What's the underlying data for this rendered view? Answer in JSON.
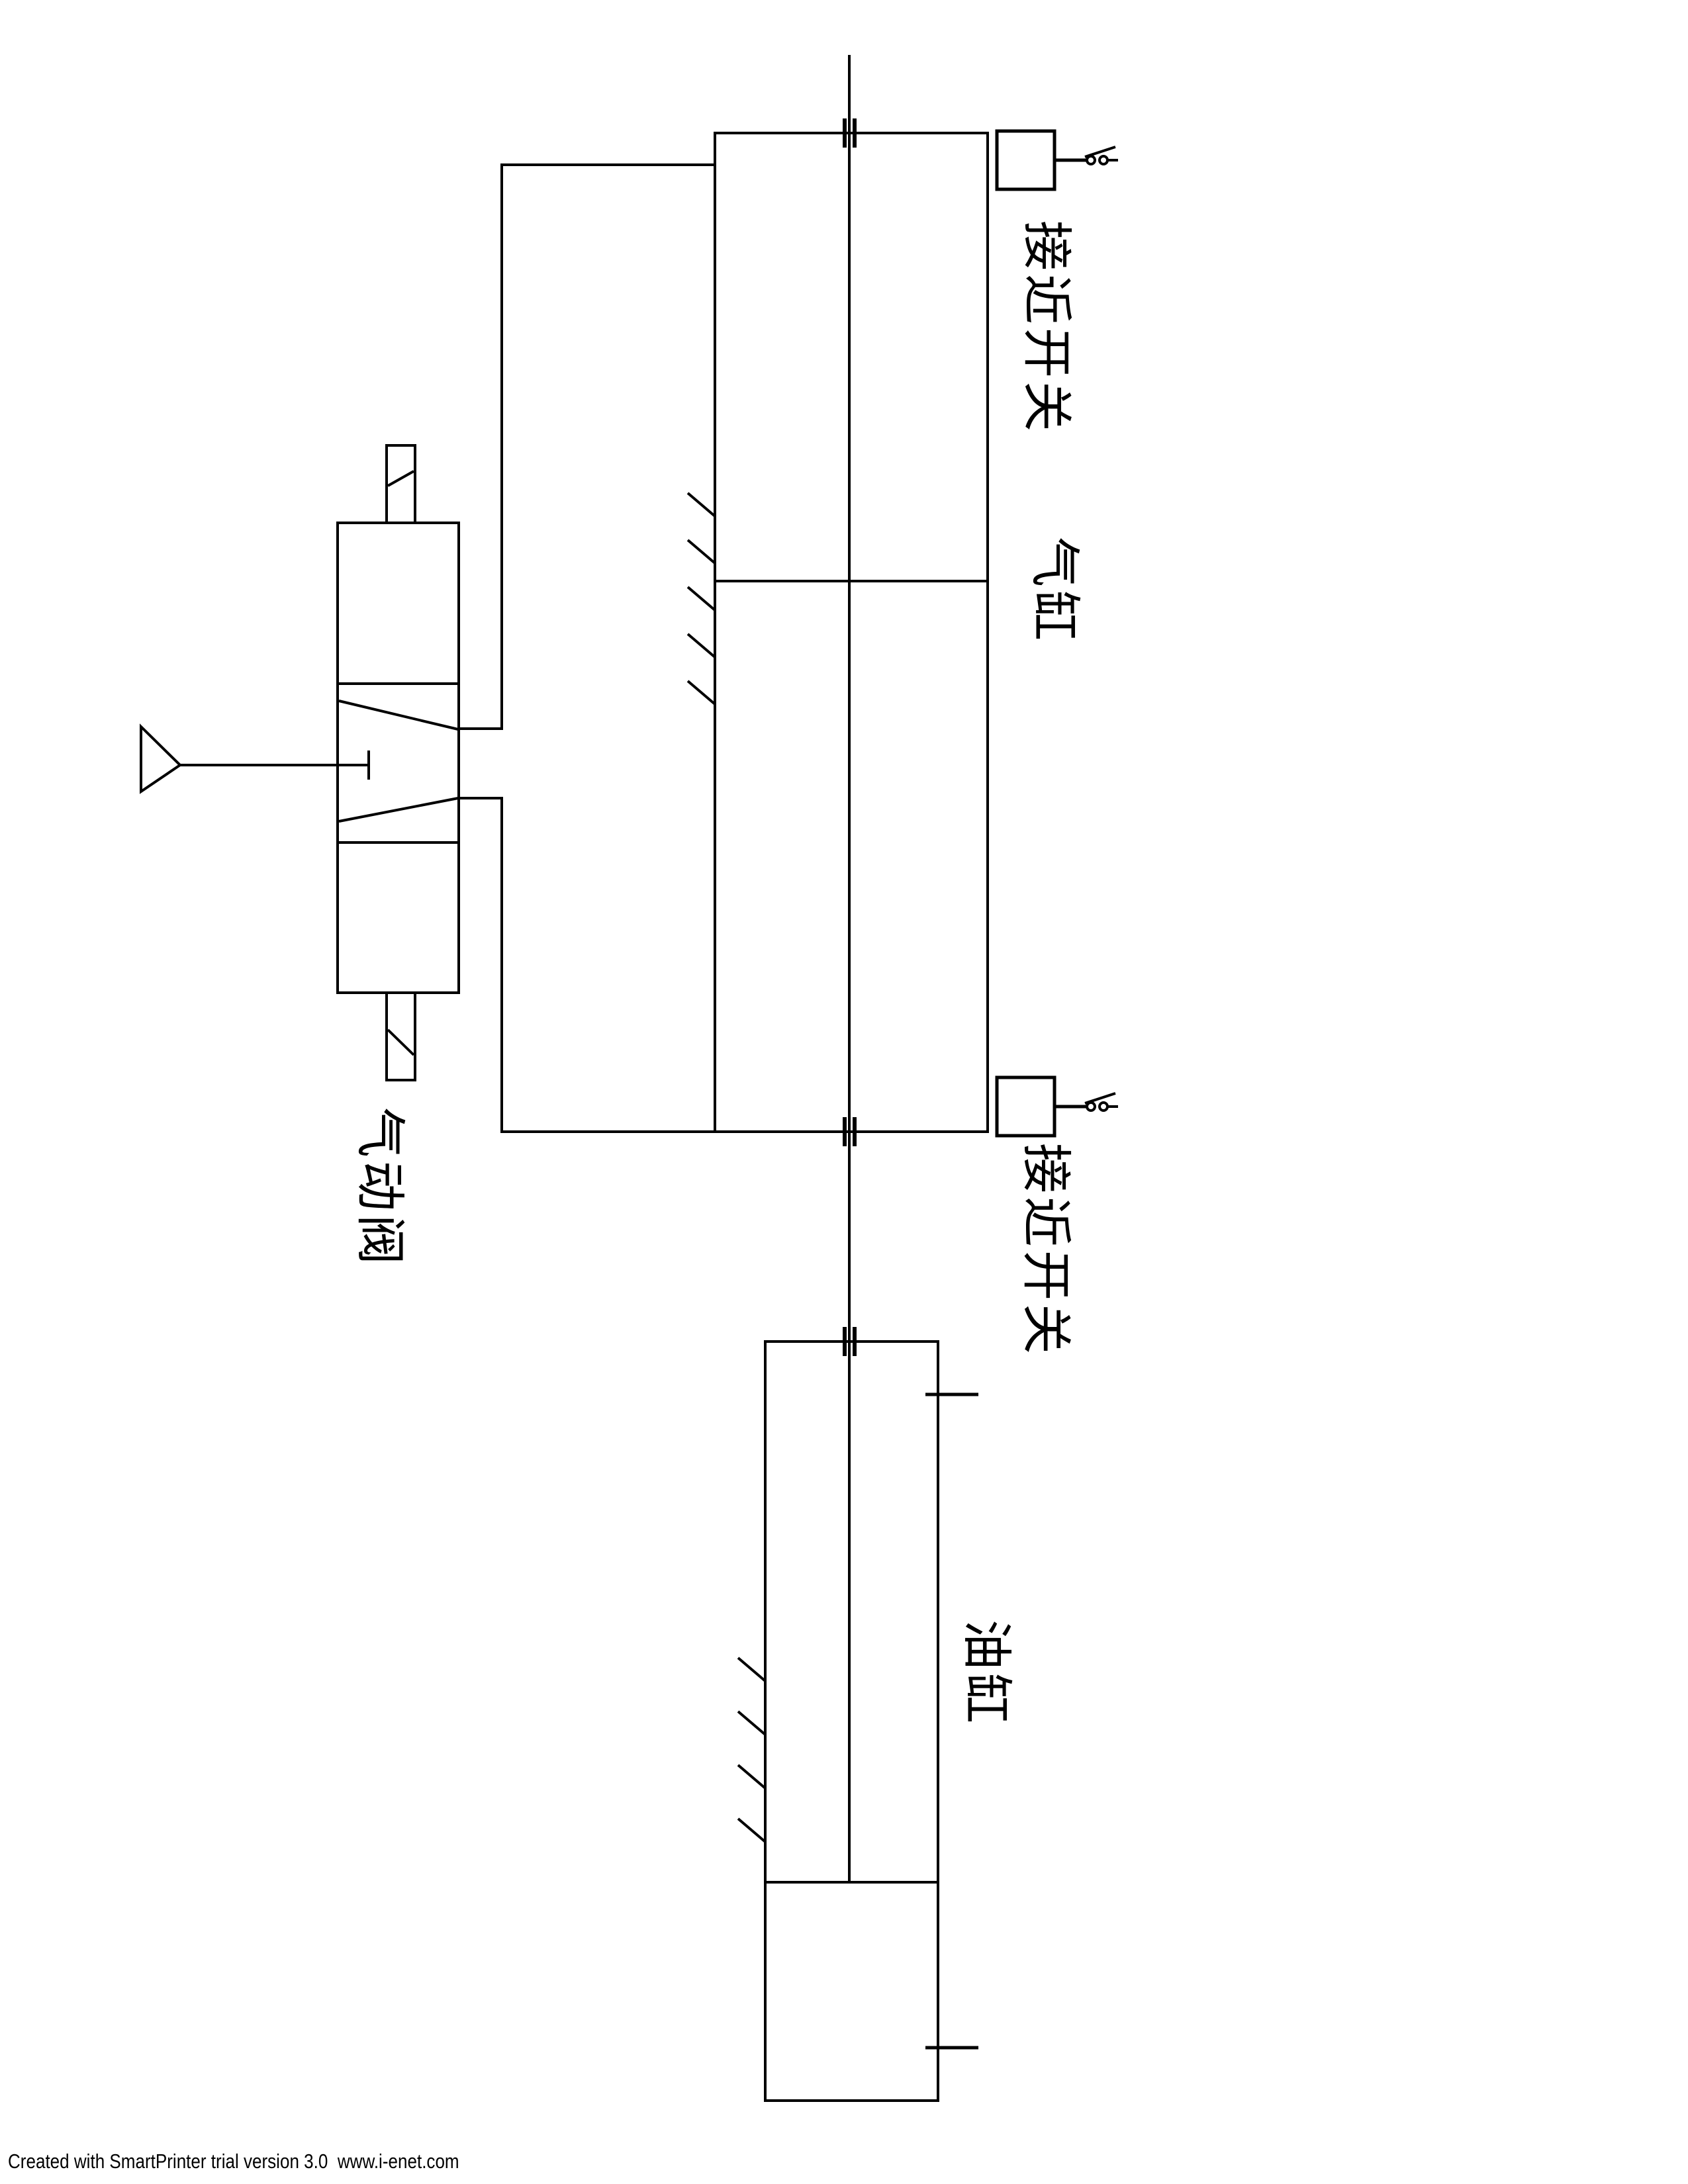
{
  "page": {
    "background": "#ffffff",
    "line_color": "#000000"
  },
  "diagram": {
    "type": "pneumatic-hydraulic-circuit-schematic",
    "orientation": "drawing rotated 90 degrees on portrait page",
    "labels": {
      "proximity_switch_top": "接近开关",
      "air_cylinder": "气缸",
      "proximity_switch_bottom": "接近开关",
      "pneumatic_valve": "气动阀",
      "oil_cylinder": "油缸"
    }
  },
  "footer": {
    "watermark": "Created with SmartPrinter trial version 3.0  www.i-enet.com"
  }
}
